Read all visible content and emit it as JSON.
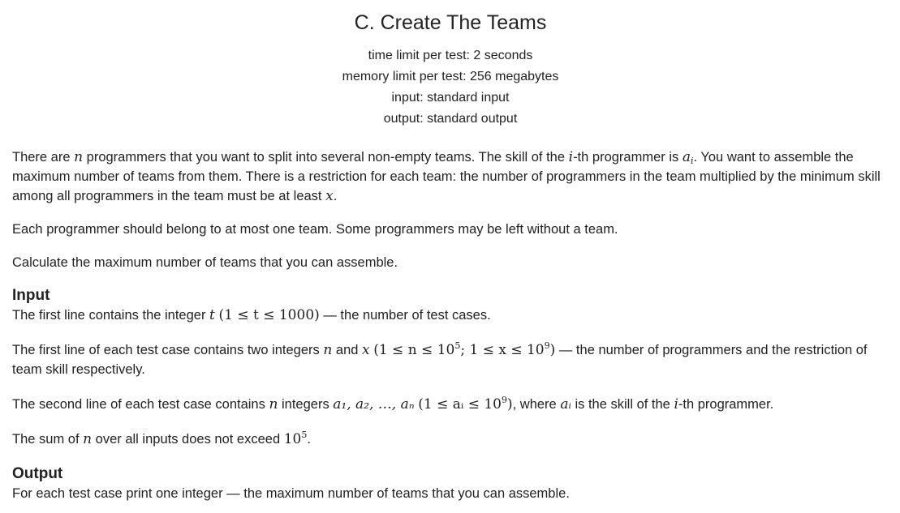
{
  "problem": {
    "title": "C. Create The Teams",
    "limits": [
      "time limit per test: 2 seconds",
      "memory limit per test: 256 megabytes",
      "input: standard input",
      "output: standard output"
    ]
  },
  "statement": {
    "p1": {
      "a": "There are ",
      "n": "n",
      "b": " programmers that you want to split into several non-empty teams. The skill of the ",
      "i": "i",
      "c": "-th programmer is ",
      "ai_base": "a",
      "ai_sub": "i",
      "d": ". You want to assemble the maximum number of teams from them. There is a restriction for each team: the number of programmers in the team multiplied by the minimum skill among all programmers in the team must be at least ",
      "x": "x",
      "e": "."
    },
    "p2": "Each programmer should belong to at most one team. Some programmers may be left without a team.",
    "p3": "Calculate the maximum number of teams that you can assemble."
  },
  "input_section": {
    "title": "Input",
    "l1": {
      "a": "The first line contains the integer ",
      "t": "t",
      "math": "(1 ≤ t ≤ 1000)",
      "b": " — the number of test cases."
    },
    "l2": {
      "a": "The first line of each test case contains two integers ",
      "n": "n",
      "and": " and ",
      "x": "x",
      "math_a": "(1 ≤ n ≤ 10",
      "exp1": "5",
      "math_b": "; 1 ≤ x ≤ 10",
      "exp2": "9",
      "math_c": ")",
      "b": " — the number of programmers and the restriction of team skill respectively."
    },
    "l3": {
      "a": "The second line of each test case contains ",
      "n": "n",
      "b": " integers ",
      "seq": "a₁, a₂, …, aₙ",
      "math_a": "(1 ≤ aᵢ ≤ 10",
      "exp": "9",
      "math_b": ")",
      "c": ", where ",
      "ai": "aᵢ",
      "d": " is the skill of the ",
      "i": "i",
      "e": "-th programmer."
    },
    "l4": {
      "a": "The sum of ",
      "n": "n",
      "b": " over all inputs does not exceed ",
      "base": "10",
      "exp": "5",
      "c": "."
    }
  },
  "output_section": {
    "title": "Output",
    "text": "For each test case print one integer — the maximum number of teams that you can assemble."
  }
}
